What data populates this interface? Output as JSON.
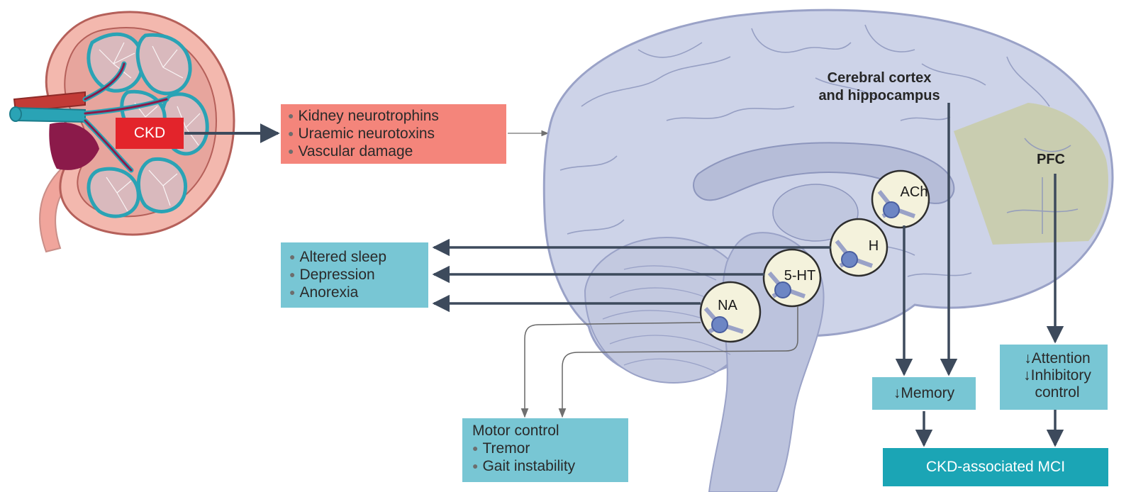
{
  "kidney": {
    "label": "CKD"
  },
  "factors": {
    "items": [
      "Kidney neurotrophins",
      "Uraemic neurotoxins",
      "Vascular damage"
    ]
  },
  "brain_labels": {
    "cortex_line1": "Cerebral cortex",
    "cortex_line2": "and hippocampus",
    "pfc": "PFC"
  },
  "neurotransmitters": {
    "ach": "ACh",
    "h": "H",
    "ht5": "5-HT",
    "na": "NA"
  },
  "symptoms": {
    "items": [
      "Altered sleep",
      "Depression",
      "Anorexia"
    ]
  },
  "motor": {
    "title": "Motor control",
    "items": [
      "Tremor",
      "Gait instability"
    ]
  },
  "memory": {
    "label": "↓Memory"
  },
  "attention": {
    "line1": "↓Attention",
    "line2": "↓Inhibitory",
    "line3": "control"
  },
  "outcome": {
    "label": "CKD-associated MCI"
  },
  "colors": {
    "kidney_cortex": "#f3b8ae",
    "kidney_dark": "#8b1a4a",
    "vessel_blue": "#2aa3b5",
    "vessel_red": "#c23b36",
    "brain_fill": "#cdd3e8",
    "brain_line": "#9aa2c7",
    "pfc_fill": "#c9ccaa",
    "factor_box": "#f4857b",
    "info_box": "#78c6d4",
    "outcome_box": "#1ba5b5",
    "arrow": "#3d4a5c"
  }
}
